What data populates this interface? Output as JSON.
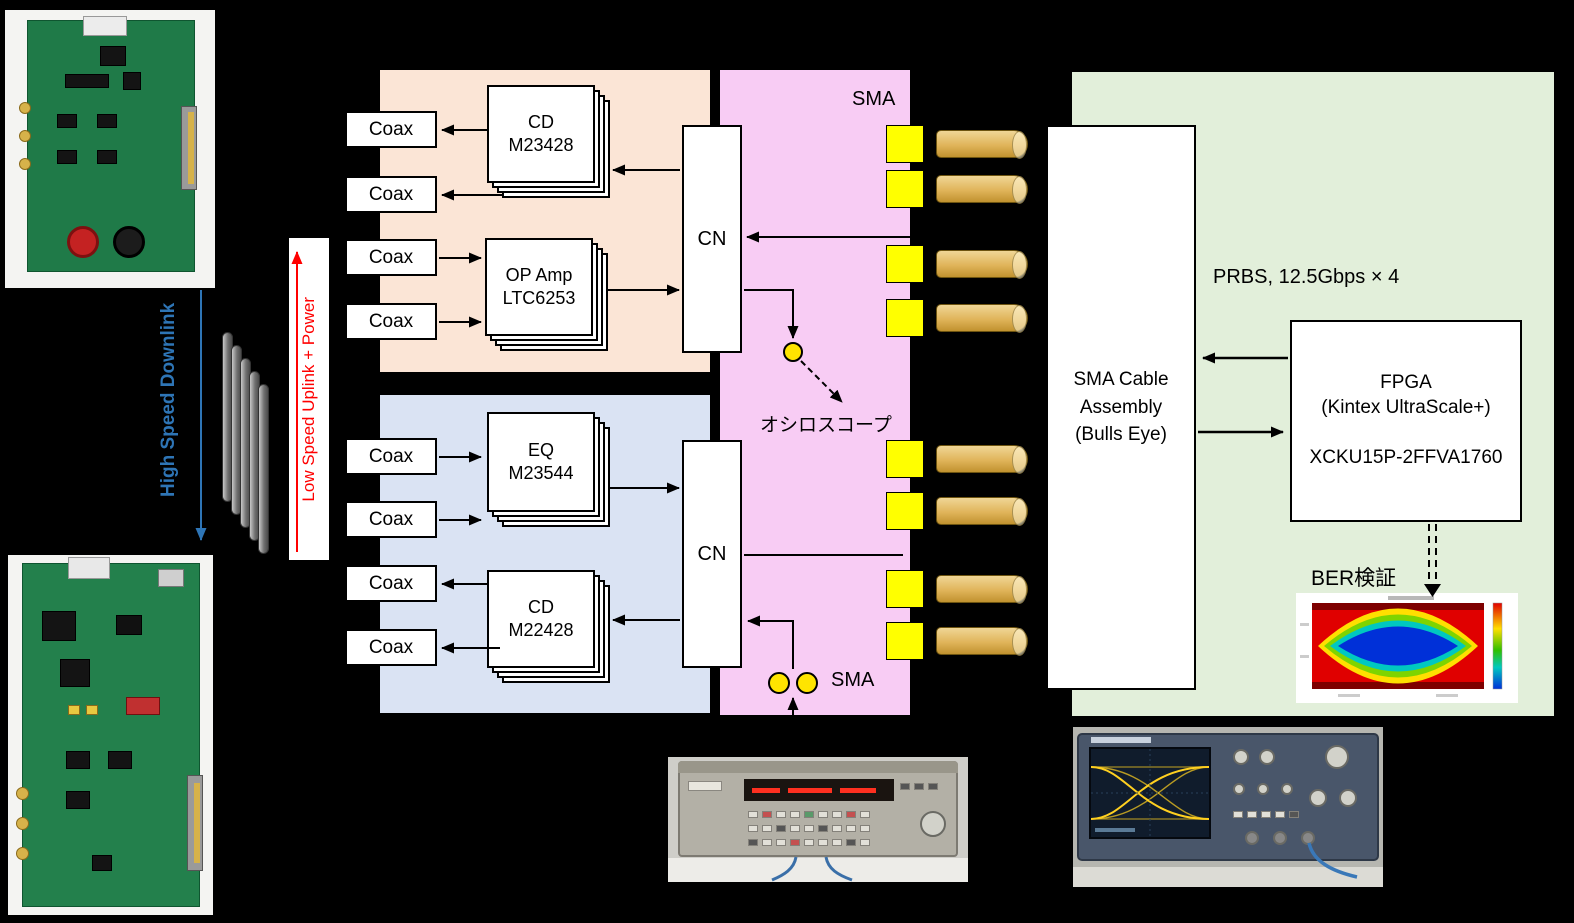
{
  "left": {
    "downlink_label": "High Speed Downlink",
    "uplink_label": "Low Speed Uplink + Power"
  },
  "coax_labels": [
    "Coax",
    "Coax",
    "Coax",
    "Coax",
    "Coax",
    "Coax",
    "Coax",
    "Coax"
  ],
  "downlink_block": {
    "cd": {
      "title": "CD",
      "part": "M23428"
    },
    "opamp": {
      "title": "OP Amp",
      "part": "LTC6253"
    }
  },
  "uplink_block": {
    "eq": {
      "title": "EQ",
      "part": "M23544"
    },
    "cd": {
      "title": "CD",
      "part": "M22428"
    }
  },
  "connectors": {
    "cn_top": "CN",
    "cn_bottom": "CN",
    "sma_top": "SMA",
    "sma_bottom": "SMA",
    "oscilloscope": "オシロスコープ"
  },
  "test_block": {
    "prbs": "PRBS, 12.5Gbps × 4",
    "sma_cable": {
      "line1": "SMA Cable",
      "line2": "Assembly",
      "line3": "(Bulls Eye)"
    },
    "fpga": {
      "line1": "FPGA",
      "line2": "(Kintex UltraScale+)",
      "line3": "XCKU15P-2FFVA1760"
    },
    "ber": "BER検証"
  },
  "colors": {
    "downlink_bg": "#fbe5d6",
    "uplink_bg": "#dae3f3",
    "sma_bg": "#f8ccf4",
    "test_bg": "#e2efda",
    "sma_connector_yellow": "#ffff00",
    "cable_tan": "#e0b45a",
    "downlink_text": "#2e75b6",
    "uplink_text": "#ff0000"
  }
}
